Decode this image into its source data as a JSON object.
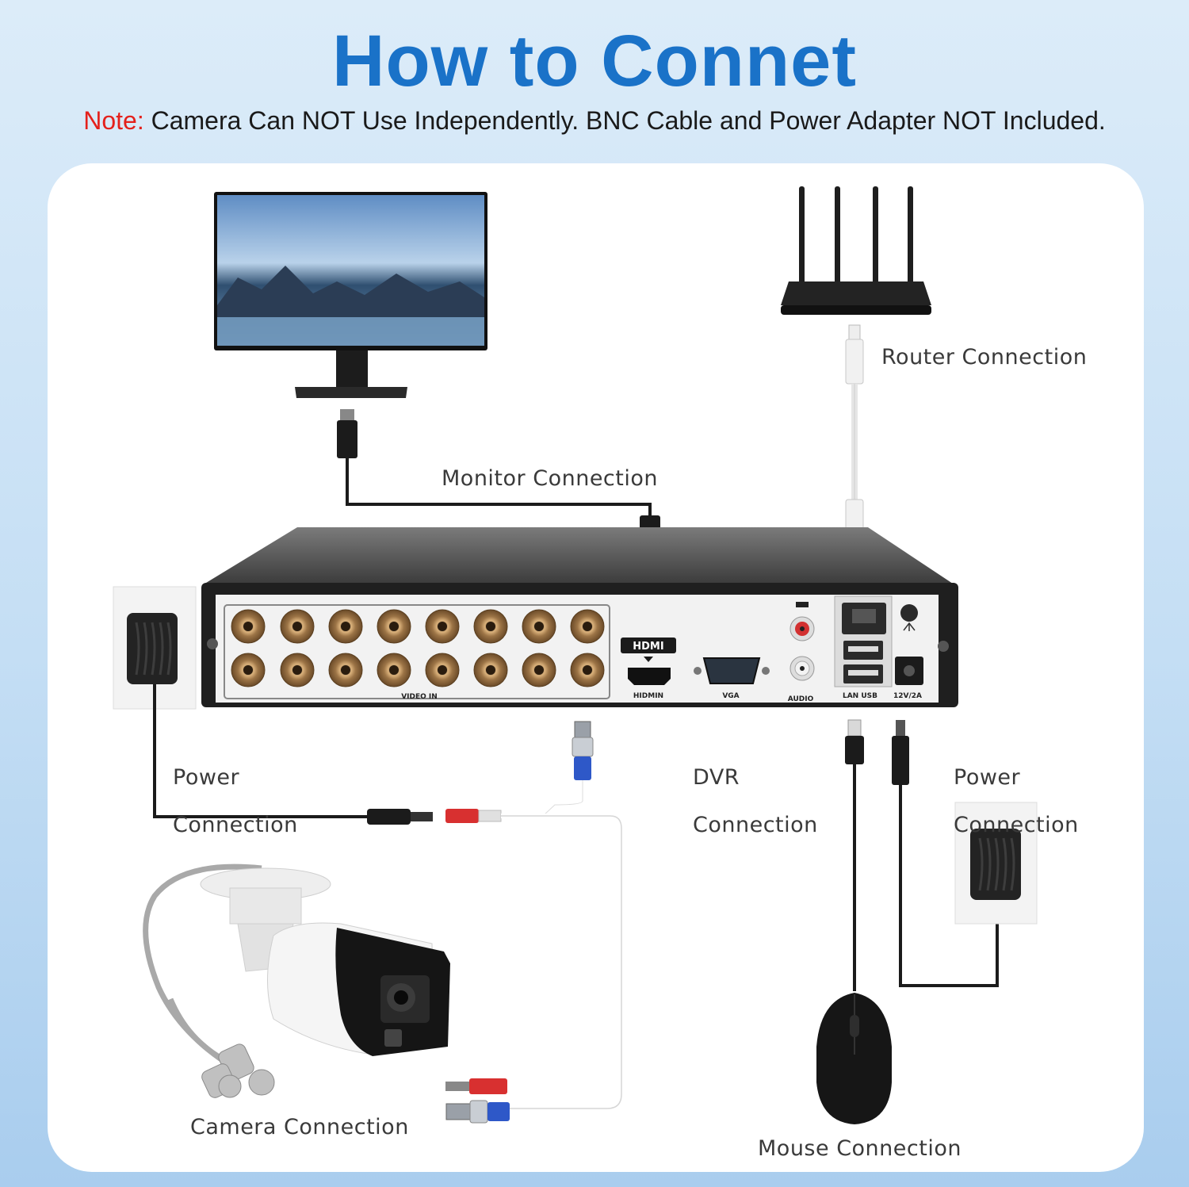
{
  "title": "How to Connet",
  "note": {
    "label": "Note:",
    "text": "Camera Can NOT Use Independently. BNC Cable and Power Adapter NOT Included."
  },
  "labels": {
    "monitor": "Monitor Connection",
    "router": "Router Connection",
    "power_left_line1": "Power",
    "power_left_line2": "Connection",
    "dvr_line1": "DVR",
    "dvr_line2": "Connection",
    "power_right_line1": "Power",
    "power_right_line2": "Connection",
    "camera": "Camera Connection",
    "mouse": "Mouse Connection"
  },
  "dvr_ports": {
    "video_in": "VIDEO IN",
    "hdmi_logo": "HDMI",
    "hdmi": "HIDMIN",
    "vga": "VGA",
    "audio": "AUDIO",
    "lan_usb": "LAN USB",
    "power": "12V/2A"
  },
  "colors": {
    "title": "#1a72c8",
    "note_label": "#e4211c",
    "panel": "#ffffff",
    "dvr_body": "#2b2b2b",
    "dvr_face": "#f2f2f2",
    "bnc_connector": "#a88050",
    "cable_red": "#d83030",
    "cable_blue": "#2e58c8"
  },
  "icons": [
    "monitor-icon",
    "router-icon",
    "dvr-icon",
    "power-adapter-icon",
    "camera-icon",
    "mouse-icon",
    "hdmi-plug-icon",
    "ethernet-plug-icon",
    "usb-plug-icon",
    "bnc-plug-icon"
  ]
}
